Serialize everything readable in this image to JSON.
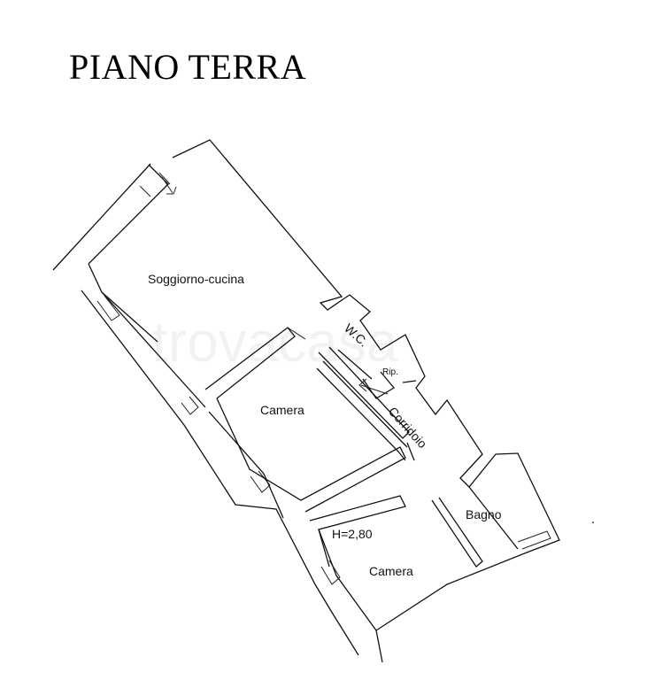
{
  "title": "PIANO TERRA",
  "watermark": "trovacasa",
  "rooms": {
    "soggiorno": "Soggiorno-cucina",
    "wc": "W.C.",
    "rip": "Rip.",
    "corridoio": "Corridoio",
    "camera1": "Camera",
    "camera2": "Camera",
    "bagno": "Bagno",
    "height": "H=2,80"
  },
  "colors": {
    "line": "#111111",
    "background": "#ffffff"
  },
  "icons": [
    "entrance-arrow-icon",
    "corridor-arrow-icon"
  ]
}
